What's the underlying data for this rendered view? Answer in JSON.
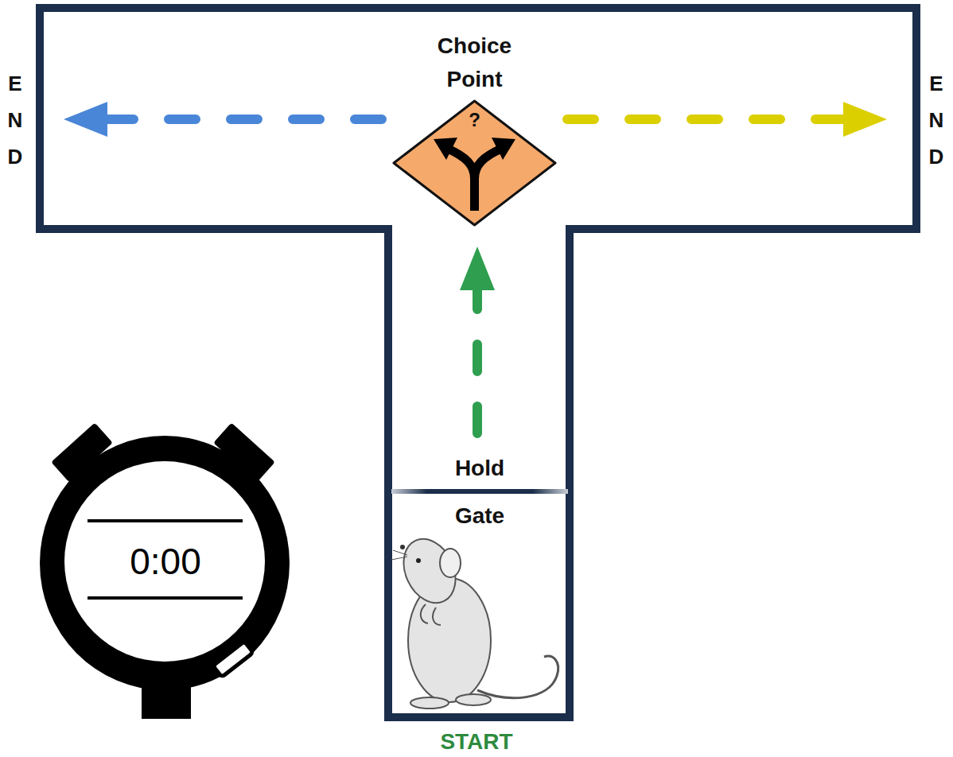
{
  "diagram": {
    "nodes": [
      {
        "text": [
          "Choice Point",
          "?"
        ]
      },
      {
        "text": [
          "E N D"
        ]
      },
      {
        "text": [
          "E N D"
        ]
      },
      {
        "text": [
          "Hold",
          "Gate"
        ]
      }
    ],
    "edges": [
      {
        "from": 3,
        "to": 0,
        "arrow": "to"
      },
      {
        "from": 0,
        "to": 1,
        "arrow": "to"
      },
      {
        "from": 0,
        "to": 2,
        "arrow": "to"
      }
    ],
    "labels": [
      "START",
      "0:00"
    ]
  }
}
